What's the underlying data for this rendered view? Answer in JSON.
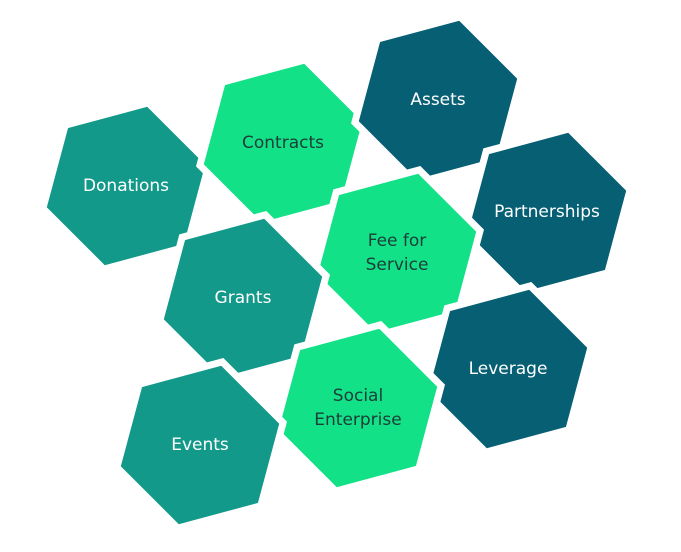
{
  "colors": {
    "teal": "#13998A",
    "light_green": "#12E187",
    "dark_teal": "#075F74",
    "text_on_teal": "#FFFFFF",
    "text_on_light_green": "#1C3D38",
    "text_on_dark_teal": "#FFFFFF"
  },
  "hexagons": [
    {
      "id": "donations",
      "label": "Donations",
      "tone": "teal"
    },
    {
      "id": "contracts",
      "label": "Contracts",
      "tone": "light_green"
    },
    {
      "id": "assets",
      "label": "Assets",
      "tone": "dark_teal"
    },
    {
      "id": "partnerships",
      "label": "Partnerships",
      "tone": "dark_teal"
    },
    {
      "id": "fee-for-service",
      "label": "Fee for\nService",
      "tone": "light_green"
    },
    {
      "id": "grants",
      "label": "Grants",
      "tone": "teal"
    },
    {
      "id": "leverage",
      "label": "Leverage",
      "tone": "dark_teal"
    },
    {
      "id": "social-enterprise",
      "label": "Social\nEnterprise",
      "tone": "light_green"
    },
    {
      "id": "events",
      "label": "Events",
      "tone": "teal"
    }
  ]
}
